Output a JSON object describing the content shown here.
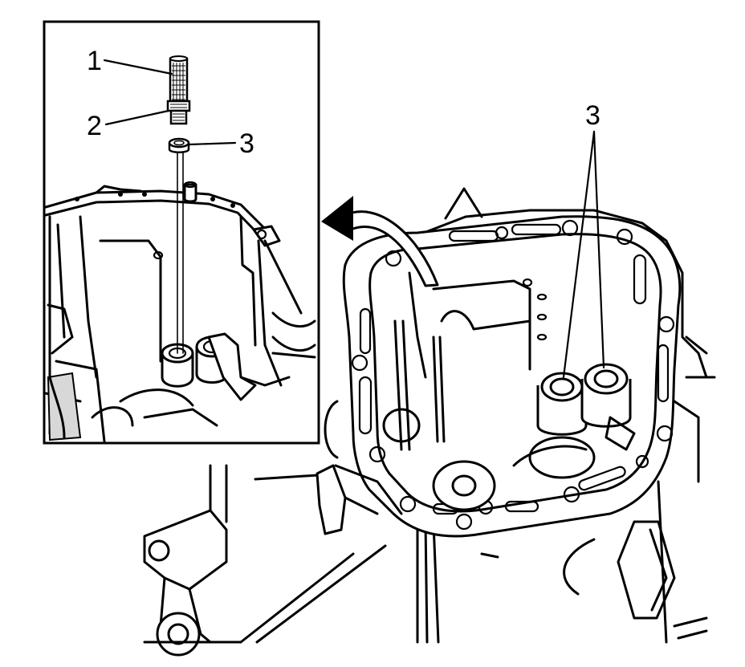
{
  "callouts": {
    "filter": "1",
    "seal_nut": "2",
    "o_ring_detail": "3",
    "o_ring_main": "3"
  }
}
